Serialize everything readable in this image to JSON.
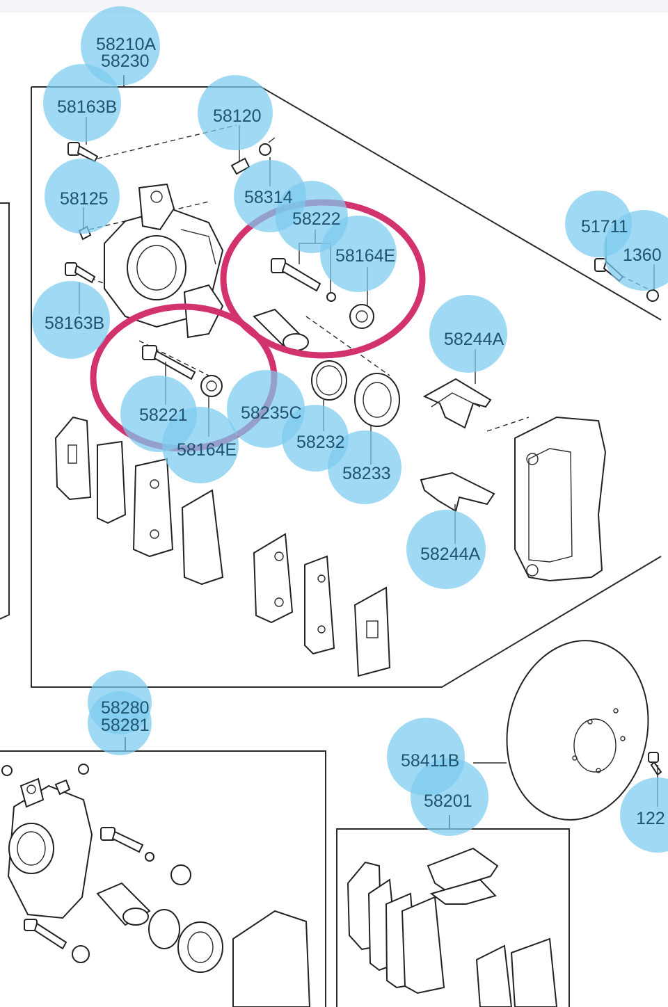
{
  "callouts": {
    "c01": "58210A",
    "c02": "58230",
    "c03": "58163B",
    "c04": "58120",
    "c05": "58125",
    "c06": "58314",
    "c07": "58222",
    "c08": "58164E",
    "c09": "58163B",
    "c10": "51711",
    "c11": "1360",
    "c12": "58244A",
    "c13": "58221",
    "c14": "58235C",
    "c15": "58232",
    "c16": "58233",
    "c17": "58164E",
    "c18": "58244A",
    "c19": "58280",
    "c20": "58281",
    "c21": "58411B",
    "c22": "58201",
    "c23": "122"
  },
  "colors": {
    "bubble": "#7ccbee",
    "label": "#1f5470",
    "highlight": "#d2336f",
    "linework": "#2a2a2a"
  }
}
